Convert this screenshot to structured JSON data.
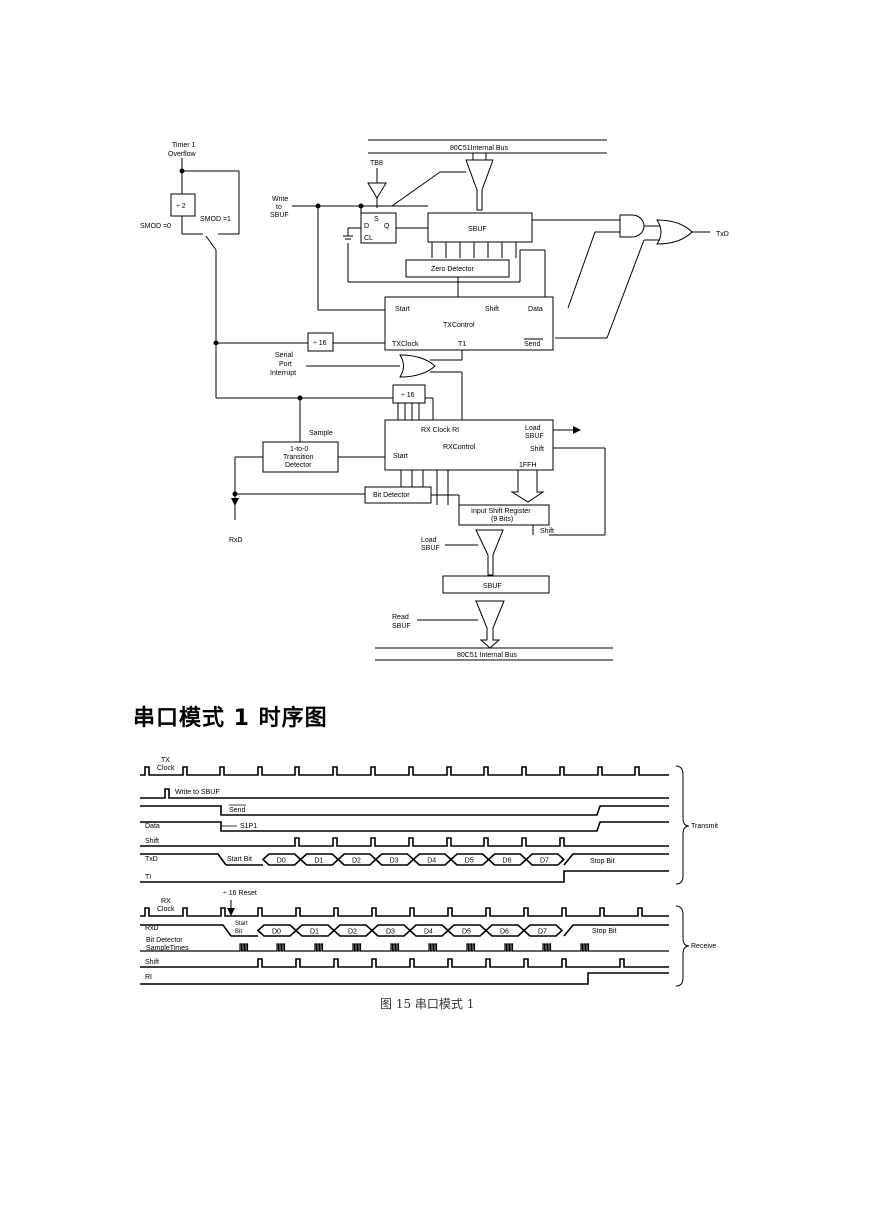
{
  "block_diagram": {
    "bus_top": "80C51Internal Bus",
    "bus_bottom": "80C51 Internal Bus",
    "timer1_overflow": [
      "Timer 1",
      "Overflow"
    ],
    "div2": "÷ 2",
    "smod0": "SMOD =0",
    "smod1": "SMOD =1",
    "tb8": "TB8",
    "write_sbuf": [
      "Write",
      "to",
      "SBUF"
    ],
    "ff_d": "D",
    "ff_s": "S",
    "ff_q": "Q",
    "ff_cl": "CL",
    "sbuf": "SBUF",
    "zero_detector": "Zero Detector",
    "txd": "TxD",
    "tx_start": "Start",
    "tx_shift": "Shift",
    "tx_data": "Data",
    "tx_control": "TXControl",
    "tx_clock": "TXClock",
    "tx_t1": "T1",
    "tx_send": "Send",
    "div16_tx": "÷ 16",
    "serial_port_interrupt": [
      "Serial",
      "Port",
      "Interrupt"
    ],
    "div16_rx": "÷ 16",
    "sample": "Sample",
    "rx_clock_ri": "RX Clock RI",
    "rx_load_sbuf": [
      "Load",
      "SBUF"
    ],
    "rx_control": "RXControl",
    "rx_shift": "Shift",
    "rx_start": "Start",
    "rx_1ffh": "1FFH",
    "transition_detector": [
      "1-to-0",
      "Transition",
      "Detector"
    ],
    "bit_detector": "Bit Detector",
    "input_shift_register": [
      "Input Shift Register",
      "(9 Bits)"
    ],
    "isr_shift": "Shift",
    "rxd": "RxD",
    "load_sbuf": [
      "Load",
      "SBUF"
    ],
    "sbuf_rx": "SBUF",
    "read_sbuf": [
      "Read",
      "SBUF"
    ]
  },
  "heading": "串口模式 1 时序图",
  "timing": {
    "tx_clock": [
      "TX",
      "Clock"
    ],
    "write_to_sbuf": "Write to SBUF",
    "send": "Send",
    "data": "Data",
    "s1p1": "S1P1",
    "shift": "Shift",
    "txd": "TxD",
    "ti": "TI",
    "start_bit": "Start Bit",
    "stop_bit": "Stop Bit",
    "data_bits": [
      "D0",
      "D1",
      "D2",
      "D3",
      "D4",
      "D5",
      "D6",
      "D7"
    ],
    "transmit": "Transmit",
    "div16_reset": "÷ 16 Reset",
    "rx_clock": [
      "RX",
      "Clock"
    ],
    "rxd": "RxD",
    "rx_start_bit": [
      "Start",
      "Bit"
    ],
    "bit_detector_sample_times": [
      "Bit Detector",
      "SampleTimes"
    ],
    "rx_shift": "Shift",
    "ri": "RI",
    "rx_stop_bit": "Stop Bit",
    "receive": "Receive"
  },
  "caption": "图 15    串口模式 1"
}
